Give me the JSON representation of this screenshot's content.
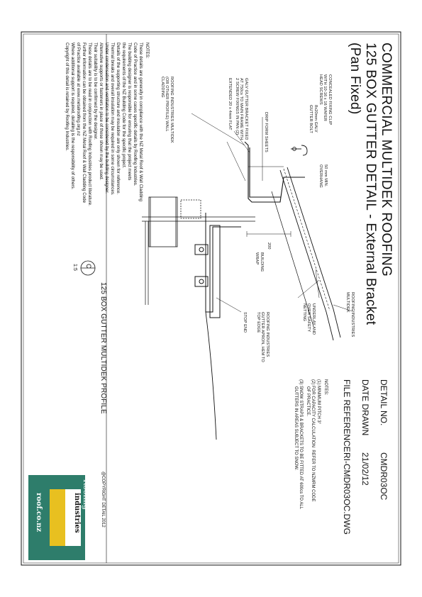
{
  "title": {
    "line1": "COMMERCIAL MULTIDEK ROOFING",
    "line2": "125 BOX GUTTER DETAIL - External Bracket",
    "line3": "(Pan Fixed)"
  },
  "meta": {
    "detail_no_label": "DETAIL NO.",
    "detail_no_value": "CMDR03OC",
    "date_label": "DATE DRAWN",
    "date_value": "21/02/12",
    "file_label": "FILE REFERENCE",
    "file_value": "RI-CMDR03OC.DWG"
  },
  "right_notes": {
    "heading": "NOTES:",
    "items": [
      "(1) MINIMUM PITCH 3°",
      "(2) FOR CAPACITY CALCULATION  REFER TO NZMRM CODE\n      OF PRACTICE.",
      "(3) SNOW STRAPS & BRACKETS TO BE FITTED AT 600cs TO ALL\n      GUTTERS IN AREAS SUBJECT TO SNOW."
    ]
  },
  "left_notes": {
    "heading": "NOTES:",
    "text": "These details are generally in compliance with the NZ Metal Roof & Wall Cladding\nCode of Practice and in some cases specific details by Roofing Industries.\nThe building designer is responsible for ensuring that the project meets\nthe requirements of the NZ Building Code for the specific project.\nDetails of the supporting structure and insulation are only shown for reference.\nThermal breaks and overall insulation may be required in some circumstances.\nUnder condensation and ventilation to be considered by the building designer.\nAlternative supports or fasteners in place of those shown may be used.\nTheir suitability is to be confirmed by the designer.\nThese details are to be read in conjunction with Roofing Industries product literature.\nFurther information can be obtained from the NZ Metal Roof & Wall Cladding Code\nof Practice available at www.metalroofing.org.nz\nWhere additional support is required, detailing is the responsibility of others.\nCopyright of this detail is retained by Roofing Industries."
  },
  "labels": {
    "fixing_clip": "CONCEALED FIXING CLIP\nWITH 10-16 x 16 WAFER\nHEAD SCREWS",
    "gutter_bolt": "8x20mm GALV\nGUTTER BOLT",
    "drip_form": "DRIP FORM SHEETS",
    "galv_bracket": "GALV GUTTER BRACKET FIXED\nAT 750cs TO MAIN FRAME WITH\n2 SCREW FIXINGS IN PAN (2)",
    "extended_flat": "EXTENDED 20 x 4mm FLAT",
    "wall_cladding": "ROOFING INDUSTRIES MULTIDEK\n(OR OTHER PROFILE) WALL\nCLADDING",
    "overhang": "50 mm MIN.\nOVERHANG",
    "dim_200": "200",
    "building_wrap": "BUILDING\nWRAP",
    "roofing_multidek": "ROOFING INDUSTRIES\nMULTIDEK",
    "underlay": "UNDERLAY AND\nOVER SAFETY\nNETTING",
    "apron": "ROOFING INDUSTRIES\nGUTTER APRON, HEM TO\nTOP EDGE",
    "stop_end": "STOP END"
  },
  "section": {
    "letter": "C",
    "scale": "1:5",
    "caption": "125 BOX GUTTER MULTIDEK PROFILE"
  },
  "copyright": "@COPYRIGHT DETAIL 2012",
  "logo": {
    "line1": "Roofing",
    "line2": "industries",
    "line3": "roof.co.nz"
  },
  "colors": {
    "line": "#111111",
    "logo_green": "#2e7d6b",
    "logo_yellow": "#e8c020",
    "logo_dark": "#1a1a1a"
  }
}
